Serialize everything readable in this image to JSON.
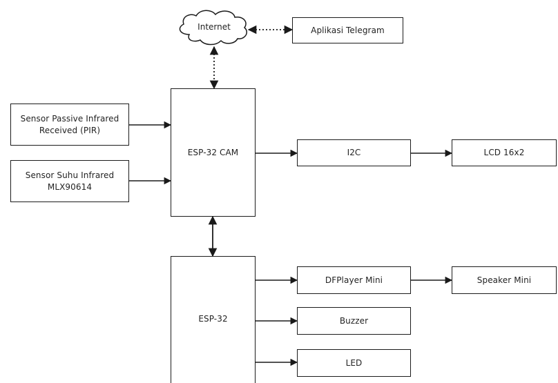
{
  "nodes": {
    "internet": "Internet",
    "telegram": "Aplikasi Telegram",
    "pir": "Sensor Passive Infrared\nReceived (PIR)",
    "suhu": "Sensor Suhu Infrared\nMLX90614",
    "esp32cam": "ESP-32 CAM",
    "i2c": "I2C",
    "lcd": "LCD 16x2",
    "esp32": "ESP-32",
    "dfplayer": "DFPlayer Mini",
    "speaker": "Speaker Mini",
    "buzzer": "Buzzer",
    "led": "LED"
  },
  "colors": {
    "stroke": "#1a1a1a",
    "background": "#ffffff",
    "text": "#222222"
  }
}
